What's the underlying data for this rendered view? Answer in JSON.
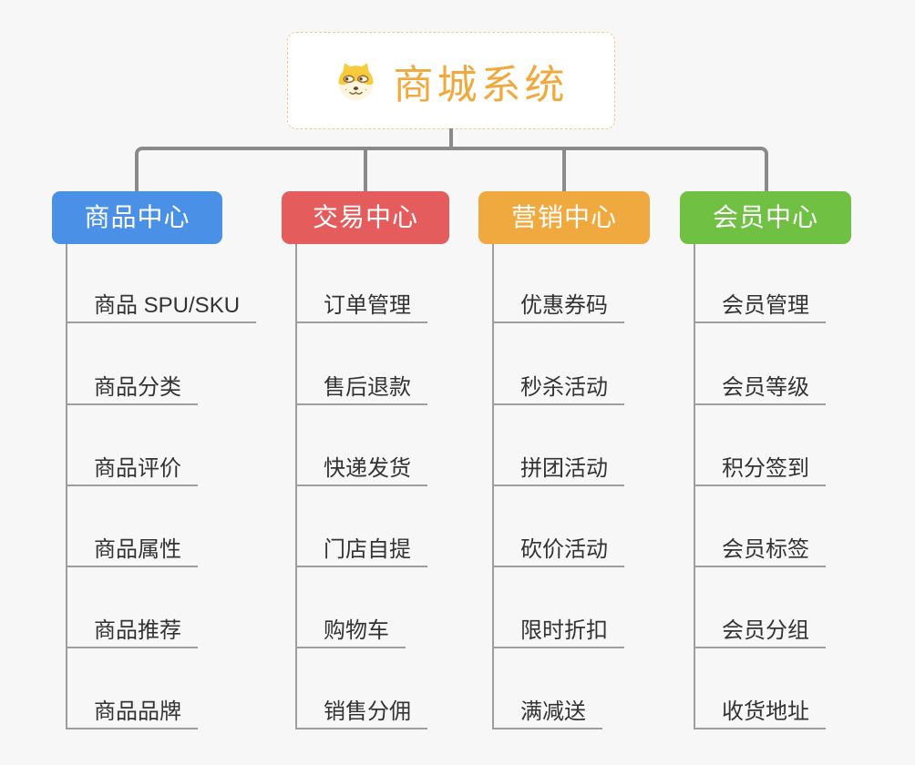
{
  "colors": {
    "bg": "#F7F7F7",
    "connector": "#8A8A8A",
    "leaf-line": "#9E9E9E",
    "leaf-text": "#333333",
    "root-text": "#F0A93C",
    "root-border": "#F2CB8A",
    "header-text": "#FFFFFF"
  },
  "root": {
    "title": "商城系统",
    "icon": "doge-icon"
  },
  "branches": [
    {
      "label": "商品中心",
      "color": "#4A90E6",
      "items": [
        "商品 SPU/SKU",
        "商品分类",
        "商品评价",
        "商品属性",
        "商品推荐",
        "商品品牌"
      ]
    },
    {
      "label": "交易中心",
      "color": "#E55C5C",
      "items": [
        "订单管理",
        "售后退款",
        "快递发货",
        "门店自提",
        "购物车",
        "销售分佣"
      ]
    },
    {
      "label": "营销中心",
      "color": "#EFA93E",
      "items": [
        "优惠券码",
        "秒杀活动",
        "拼团活动",
        "砍价活动",
        "限时折扣",
        "满减送"
      ]
    },
    {
      "label": "会员中心",
      "color": "#6FC043",
      "items": [
        "会员管理",
        "会员等级",
        "积分签到",
        "会员标签",
        "会员分组",
        "收货地址"
      ]
    }
  ]
}
